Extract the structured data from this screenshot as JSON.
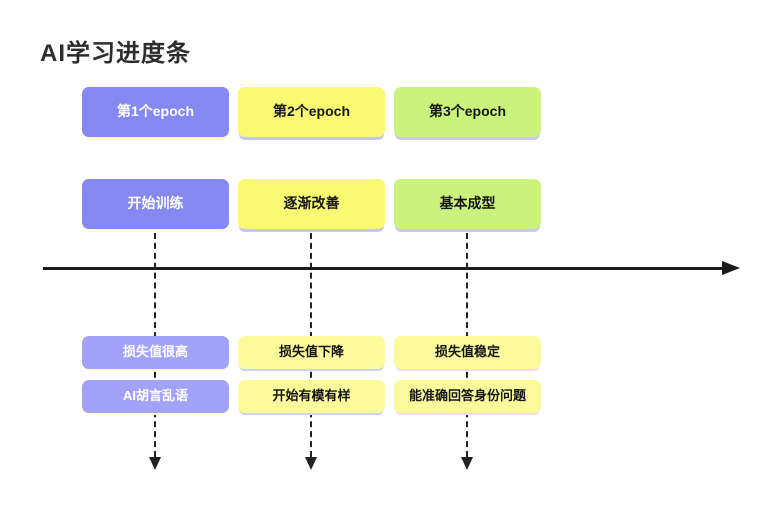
{
  "title": "AI学习进度条",
  "colors": {
    "epoch1_purple": "#8588f1",
    "epoch1_purple_light": "#a2a3f8",
    "epoch2_yellow": "#f9f972",
    "epoch23_yellow_light": "#fbfb9b",
    "epoch3_green": "#c9f37c",
    "timeline_black": "#1a1a1a"
  },
  "columns": [
    {
      "epoch": "第1个epoch",
      "stage": "开始训练",
      "loss": "损失值很高",
      "behavior": "AI胡言乱语"
    },
    {
      "epoch": "第2个epoch",
      "stage": "逐渐改善",
      "loss": "损失值下降",
      "behavior": "开始有模有样"
    },
    {
      "epoch": "第3个epoch",
      "stage": "基本成型",
      "loss": "损失值稳定",
      "behavior": "能准确回答身份问题"
    }
  ]
}
